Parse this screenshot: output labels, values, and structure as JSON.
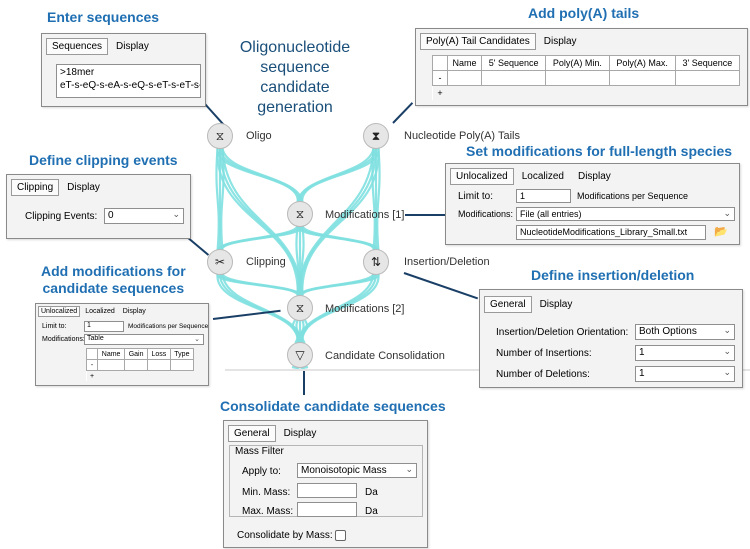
{
  "title": "Oligonucleotide sequence candidate generation",
  "title_lines": [
    "Oligonucleotide",
    "sequence candidate",
    "generation"
  ],
  "colors": {
    "callout": "#1f6fb2",
    "wire": "#7fe0e0",
    "leader": "#1a3f66"
  },
  "callouts": {
    "enter_sequences": "Enter sequences",
    "add_polya": "Add poly(A) tails",
    "define_clipping": "Define clipping events",
    "set_mods_full": "Set modifications for full-length species",
    "add_mods_candidate_1": "Add modifications for",
    "add_mods_candidate_2": "candidate sequences",
    "define_indel": "Define insertion/deletion",
    "consolidate": "Consolidate candidate sequences"
  },
  "nodes": {
    "oligo": {
      "label": "Oligo",
      "icon": "dna-icon"
    },
    "polya": {
      "label": "Nucleotide Poly(A) Tails",
      "icon": "dna-polya-icon"
    },
    "mods1": {
      "label": "Modifications [1]",
      "icon": "dna-mod-icon"
    },
    "clipping": {
      "label": "Clipping",
      "icon": "scissors-icon"
    },
    "indel": {
      "label": "Insertion/Deletion",
      "icon": "indel-icon"
    },
    "mods2": {
      "label": "Modifications [2]",
      "icon": "dna-mod-icon"
    },
    "consolidation": {
      "label": "Candidate Consolidation",
      "icon": "funnel-icon"
    }
  },
  "sequences_panel": {
    "tabs": [
      "Sequences",
      "Display"
    ],
    "line1": ">18mer",
    "line2": "eT-s-eQ-s-eA-s-eQ-s-eT-s-eT-s-"
  },
  "polya_panel": {
    "tabs": [
      "Poly(A) Tail Candidates",
      "Display"
    ],
    "columns": [
      "Name",
      "5' Sequence",
      "Poly(A) Min.",
      "Poly(A) Max.",
      "3' Sequence"
    ],
    "row_markers": [
      "-",
      "+"
    ]
  },
  "clipping_panel": {
    "tabs": [
      "Clipping",
      "Display"
    ],
    "label": "Clipping Events:",
    "value": "0"
  },
  "mods_full_panel": {
    "tabs": [
      "Unlocalized",
      "Localized",
      "Display"
    ],
    "limit_label": "Limit to:",
    "limit_value": "1",
    "limit_suffix": "Modifications per Sequence",
    "mods_label": "Modifications:",
    "mods_value": "File (all entries)",
    "file_value": "NucleotideModifications_Library_Small.txt"
  },
  "mods_cand_panel": {
    "tabs": [
      "Unlocalized",
      "Localized",
      "Display"
    ],
    "limit_label": "Limit to:",
    "limit_value": "1",
    "limit_suffix": "Modifications per Sequence",
    "mods_label": "Modifications:",
    "mods_value": "Table",
    "columns": [
      "Name",
      "Gain",
      "Loss",
      "Type"
    ],
    "row_markers": [
      "-",
      "+"
    ]
  },
  "indel_panel": {
    "tabs": [
      "General",
      "Display"
    ],
    "orientation_label": "Insertion/Deletion Orientation:",
    "orientation_value": "Both Options",
    "insertions_label": "Number of Insertions:",
    "insertions_value": "1",
    "deletions_label": "Number of Deletions:",
    "deletions_value": "1"
  },
  "consolidate_panel": {
    "tabs": [
      "General",
      "Display"
    ],
    "group_label": "Mass Filter",
    "apply_label": "Apply to:",
    "apply_value": "Monoisotopic Mass",
    "min_label": "Min. Mass:",
    "max_label": "Max. Mass:",
    "unit": "Da",
    "consolidate_label": "Consolidate by Mass:"
  }
}
